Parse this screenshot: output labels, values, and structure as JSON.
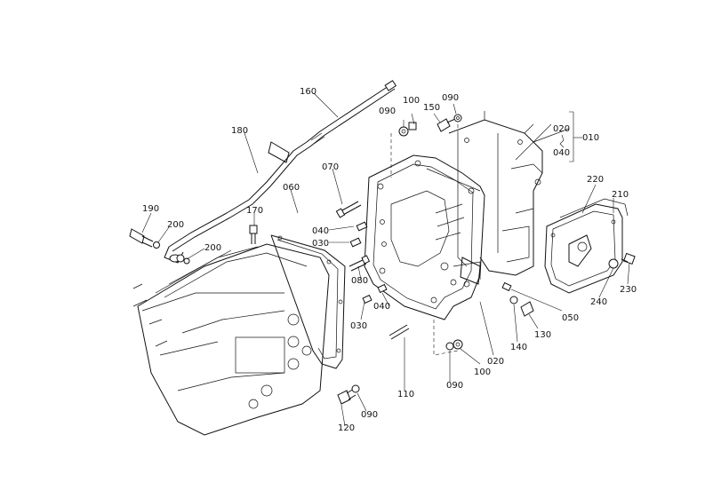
{
  "diagram": {
    "labels": [
      {
        "id": "160",
        "text": "160"
      },
      {
        "id": "180",
        "text": "180"
      },
      {
        "id": "190",
        "text": "190"
      },
      {
        "id": "200a",
        "text": "200"
      },
      {
        "id": "200b",
        "text": "200"
      },
      {
        "id": "170",
        "text": "170"
      },
      {
        "id": "060",
        "text": "060"
      },
      {
        "id": "070",
        "text": "070"
      },
      {
        "id": "040a",
        "text": "040"
      },
      {
        "id": "030a",
        "text": "030"
      },
      {
        "id": "080",
        "text": "080"
      },
      {
        "id": "040b",
        "text": "040"
      },
      {
        "id": "030b",
        "text": "030"
      },
      {
        "id": "090a",
        "text": "090"
      },
      {
        "id": "100a",
        "text": "100"
      },
      {
        "id": "150",
        "text": "150"
      },
      {
        "id": "090b",
        "text": "090"
      },
      {
        "id": "020a",
        "text": "020"
      },
      {
        "id": "010",
        "text": "010"
      },
      {
        "id": "040c",
        "text": "040"
      },
      {
        "id": "220",
        "text": "220"
      },
      {
        "id": "210",
        "text": "210"
      },
      {
        "id": "230",
        "text": "230"
      },
      {
        "id": "240",
        "text": "240"
      },
      {
        "id": "050",
        "text": "050"
      },
      {
        "id": "130",
        "text": "130"
      },
      {
        "id": "140",
        "text": "140"
      },
      {
        "id": "020b",
        "text": "020"
      },
      {
        "id": "100b",
        "text": "100"
      },
      {
        "id": "090c",
        "text": "090"
      },
      {
        "id": "110",
        "text": "110"
      },
      {
        "id": "120",
        "text": "120"
      },
      {
        "id": "090d",
        "text": "090"
      }
    ]
  }
}
